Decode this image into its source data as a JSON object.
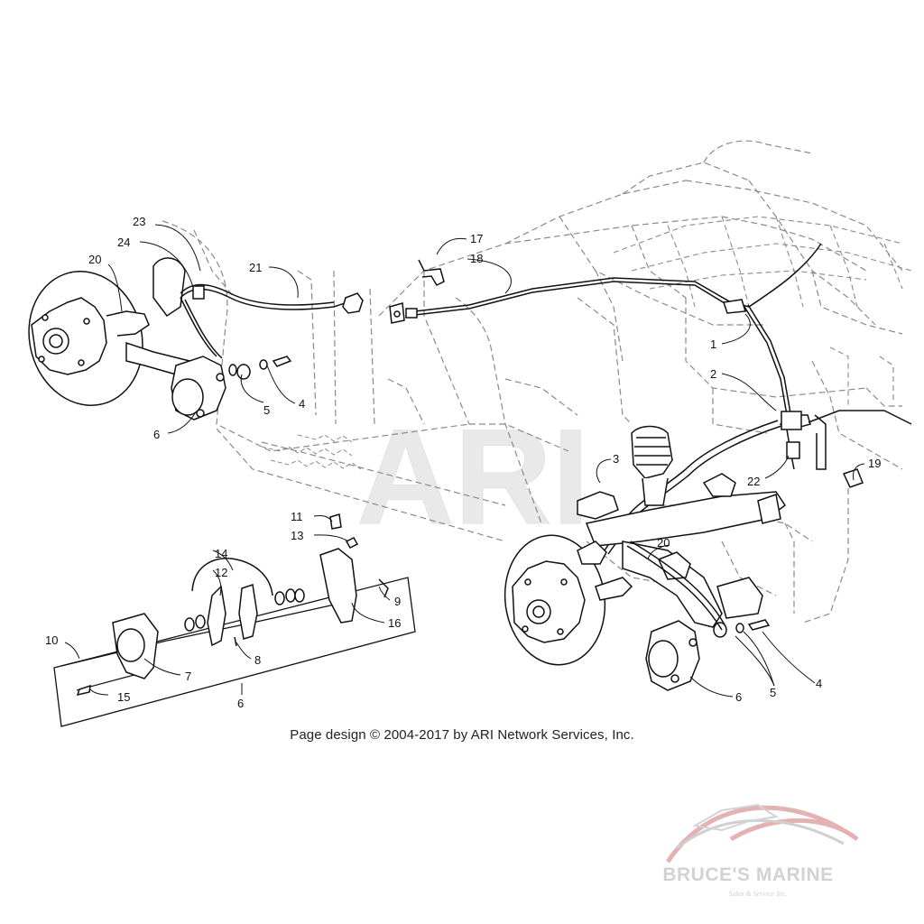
{
  "watermark": {
    "text": "ARI"
  },
  "caption": "Page design © 2004-2017 by ARI Network Services, Inc.",
  "logo": {
    "name": "BRUCE'S MARINE",
    "tagline": "Sales & Service Inc."
  },
  "callouts": [
    "23",
    "24",
    "20",
    "21",
    "17",
    "18",
    "1",
    "2",
    "3",
    "22",
    "19",
    "5",
    "4",
    "6",
    "11",
    "13",
    "14",
    "12",
    "9",
    "16",
    "10",
    "8",
    "7",
    "15",
    "6",
    "20",
    "5",
    "4",
    "6"
  ]
}
